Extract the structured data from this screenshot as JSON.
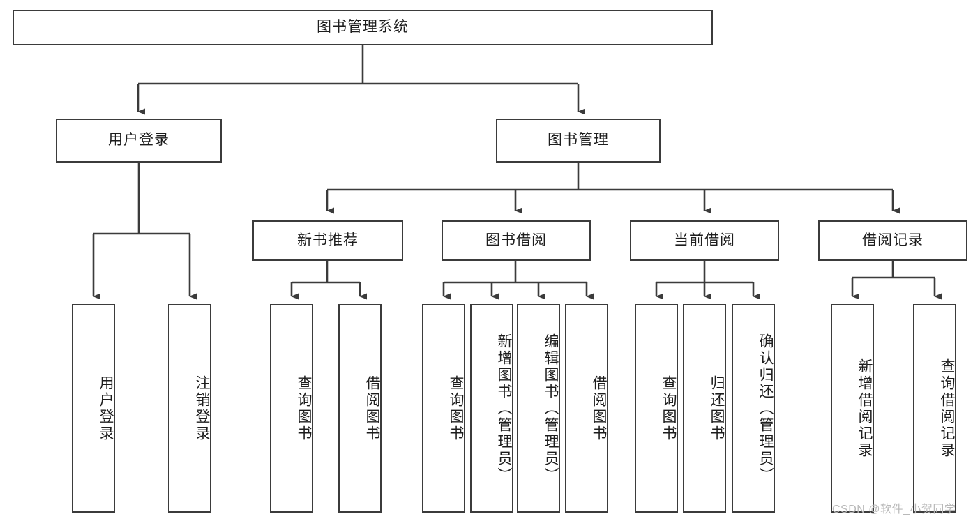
{
  "diagram": {
    "title": "图书管理系统",
    "type": "tree-hierarchy",
    "root": {
      "label": "图书管理系统"
    },
    "level2": [
      {
        "label": "用户登录"
      },
      {
        "label": "图书管理"
      }
    ],
    "level3": [
      {
        "label": "新书推荐"
      },
      {
        "label": "图书借阅"
      },
      {
        "label": "当前借阅"
      },
      {
        "label": "借阅记录"
      }
    ],
    "leaves": {
      "user_login": [
        {
          "label": "用户登录"
        },
        {
          "label": "注销登录"
        }
      ],
      "new_book_recommend": [
        {
          "label": "查询图书"
        },
        {
          "label": "借阅图书"
        }
      ],
      "book_borrow": [
        {
          "label": "查询图书"
        },
        {
          "label": "新增图书（管理员）"
        },
        {
          "label": "编辑图书（管理员）"
        },
        {
          "label": "借阅图书"
        }
      ],
      "current_borrow": [
        {
          "label": "查询图书"
        },
        {
          "label": "归还图书"
        },
        {
          "label": "确认归还（管理员）"
        }
      ],
      "borrow_record": [
        {
          "label": "新增借阅记录"
        },
        {
          "label": "查询借阅记录"
        }
      ]
    }
  },
  "watermark": {
    "text": "CSDN @软件_小贺同学"
  },
  "colors": {
    "stroke": "#3b3b3b",
    "background": "#ffffff",
    "text": "#1d1d1d",
    "watermark": "#b9b9b9"
  }
}
